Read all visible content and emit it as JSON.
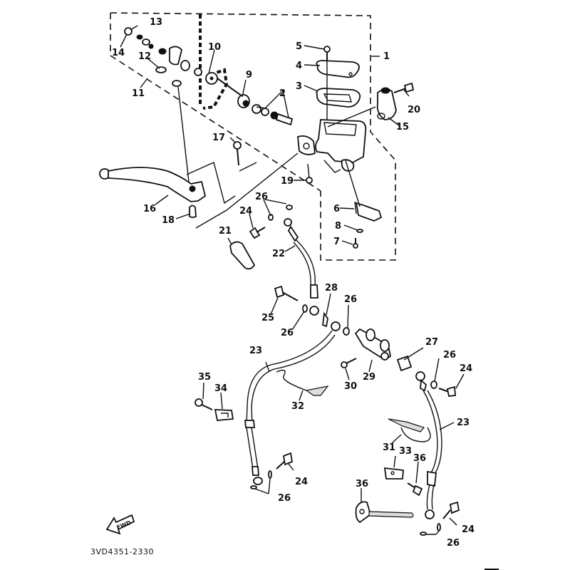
{
  "diagram": {
    "title": "Front master cylinder and brake hose exploded view",
    "drawing_code": "3VD4351-2330",
    "direction_marker": "FWD",
    "callouts": [
      {
        "id": "1",
        "label": "1"
      },
      {
        "id": "2",
        "label": "2"
      },
      {
        "id": "3",
        "label": "3"
      },
      {
        "id": "4",
        "label": "4"
      },
      {
        "id": "5",
        "label": "5"
      },
      {
        "id": "6",
        "label": "6"
      },
      {
        "id": "7",
        "label": "7"
      },
      {
        "id": "8",
        "label": "8"
      },
      {
        "id": "9",
        "label": "9"
      },
      {
        "id": "10",
        "label": "10"
      },
      {
        "id": "11",
        "label": "11"
      },
      {
        "id": "12",
        "label": "12"
      },
      {
        "id": "13",
        "label": "13"
      },
      {
        "id": "14",
        "label": "14"
      },
      {
        "id": "15",
        "label": "15"
      },
      {
        "id": "16",
        "label": "16"
      },
      {
        "id": "17",
        "label": "17"
      },
      {
        "id": "18",
        "label": "18"
      },
      {
        "id": "19",
        "label": "19"
      },
      {
        "id": "20",
        "label": "20"
      },
      {
        "id": "21",
        "label": "21"
      },
      {
        "id": "22",
        "label": "22"
      },
      {
        "id": "23a",
        "label": "23"
      },
      {
        "id": "23b",
        "label": "23"
      },
      {
        "id": "24a",
        "label": "24"
      },
      {
        "id": "24b",
        "label": "24"
      },
      {
        "id": "24c",
        "label": "24"
      },
      {
        "id": "24d",
        "label": "24"
      },
      {
        "id": "25",
        "label": "25"
      },
      {
        "id": "26a",
        "label": "26"
      },
      {
        "id": "26b",
        "label": "26"
      },
      {
        "id": "26c",
        "label": "26"
      },
      {
        "id": "26d",
        "label": "26"
      },
      {
        "id": "26e",
        "label": "26"
      },
      {
        "id": "26f",
        "label": "26"
      },
      {
        "id": "27",
        "label": "27"
      },
      {
        "id": "28",
        "label": "28"
      },
      {
        "id": "29",
        "label": "29"
      },
      {
        "id": "30",
        "label": "30"
      },
      {
        "id": "31",
        "label": "31"
      },
      {
        "id": "32",
        "label": "32"
      },
      {
        "id": "33",
        "label": "33"
      },
      {
        "id": "34",
        "label": "34"
      },
      {
        "id": "35",
        "label": "35"
      },
      {
        "id": "36a",
        "label": "36"
      },
      {
        "id": "36b",
        "label": "36"
      }
    ]
  }
}
